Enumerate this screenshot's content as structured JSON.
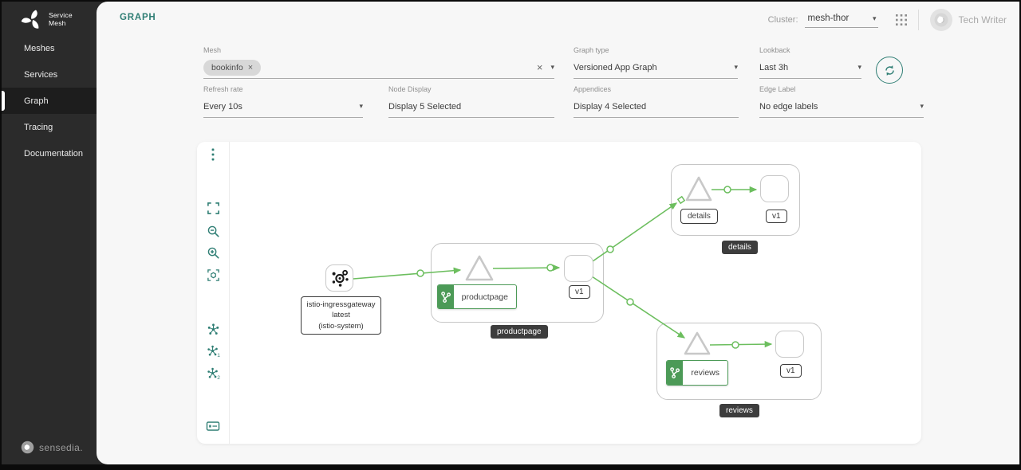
{
  "header": {
    "title": "GRAPH",
    "cluster_label": "Cluster:",
    "cluster_value": "mesh-thor",
    "user_name": "Tech Writer"
  },
  "sidebar": {
    "logo_line1": "Service",
    "logo_line2": "Mesh",
    "items": [
      {
        "label": "Meshes"
      },
      {
        "label": "Services"
      },
      {
        "label": "Graph"
      },
      {
        "label": "Tracing"
      },
      {
        "label": "Documentation"
      }
    ],
    "brand": "sensedia."
  },
  "filters": {
    "mesh": {
      "label": "Mesh",
      "chip": "bookinfo"
    },
    "graph_type": {
      "label": "Graph type",
      "value": "Versioned App Graph"
    },
    "lookback": {
      "label": "Lookback",
      "value": "Last 3h"
    },
    "refresh_rate": {
      "label": "Refresh rate",
      "value": "Every 10s"
    },
    "node_display": {
      "label": "Node Display",
      "value": "Display 5 Selected"
    },
    "appendices": {
      "label": "Appendices",
      "value": "Display 4 Selected"
    },
    "edge_label": {
      "label": "Edge Label",
      "value": "No edge labels"
    }
  },
  "graph": {
    "gateway": {
      "name": "istio-ingressgateway",
      "version": "latest",
      "namespace": "(istio-system)"
    },
    "productpage": {
      "name": "productpage",
      "version": "v1"
    },
    "details": {
      "name": "details",
      "version": "v1"
    },
    "reviews": {
      "name": "reviews",
      "version": "v1"
    }
  },
  "icons": {
    "caret": "▾",
    "close": "×",
    "clear": "×"
  },
  "colors": {
    "accent": "#2F7E74",
    "edge_green": "#6CBE5E",
    "node_green": "#4C9A57",
    "sidebar_bg": "#2b2b2b"
  }
}
